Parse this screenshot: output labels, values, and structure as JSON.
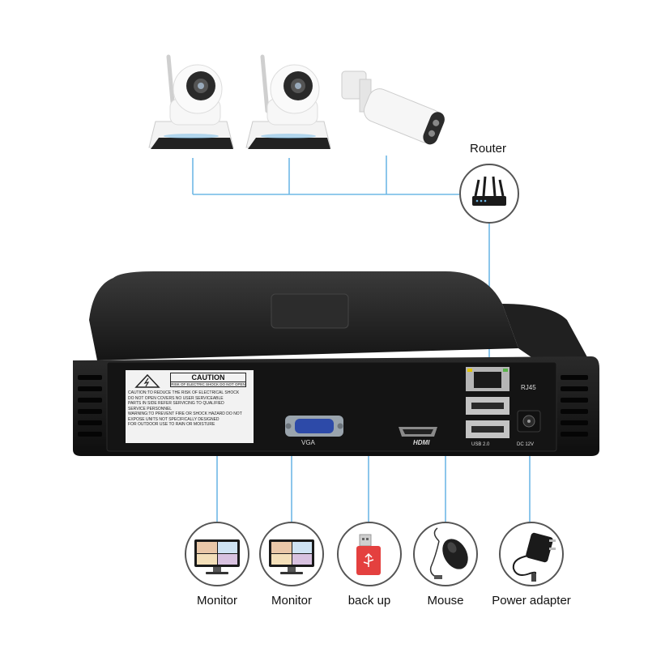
{
  "router": {
    "label": "Router"
  },
  "nvr": {
    "caution_title": "CAUTION",
    "caution_sub": "RISK OF ELECTRIC SHOCK DO NOT OPEN",
    "caution_lines": [
      "CAUTION:TO REDUCE THE RISK OF ELECTRICAL SHOCK",
      "DO NOT OPEN COVERS NO USER SERVICEABLE",
      "PARTS IN SIDE REFER SERVICING TO QUALIFIED",
      "SERVICE PERSONNEL",
      "WARNING:TO PREVENT FIRE OR SHOCK HAZARD DO NOT",
      "EXPOSE UNITS NOT SPECIFICALLY DESIGNED",
      "FOR OUTDOOR USE TO RAIN OR MOISTURE"
    ],
    "vga_label": "VGA",
    "hdmi_label": "HDMI",
    "rj45_label": "RJ45",
    "usb_label": "USB 2.0",
    "dc_label": "DC 12V"
  },
  "devices": [
    {
      "label": "Monitor",
      "icon": "monitor-icon"
    },
    {
      "label": "Monitor",
      "icon": "monitor-icon"
    },
    {
      "label": "back up",
      "icon": "usb-drive-icon"
    },
    {
      "label": "Mouse",
      "icon": "mouse-icon"
    },
    {
      "label": "Power adapter",
      "icon": "power-adapter-icon"
    }
  ],
  "colors": {
    "line": "#6fb8e6",
    "nvr_body": "#1c1c1c",
    "usb_drive": "#e4403f"
  }
}
